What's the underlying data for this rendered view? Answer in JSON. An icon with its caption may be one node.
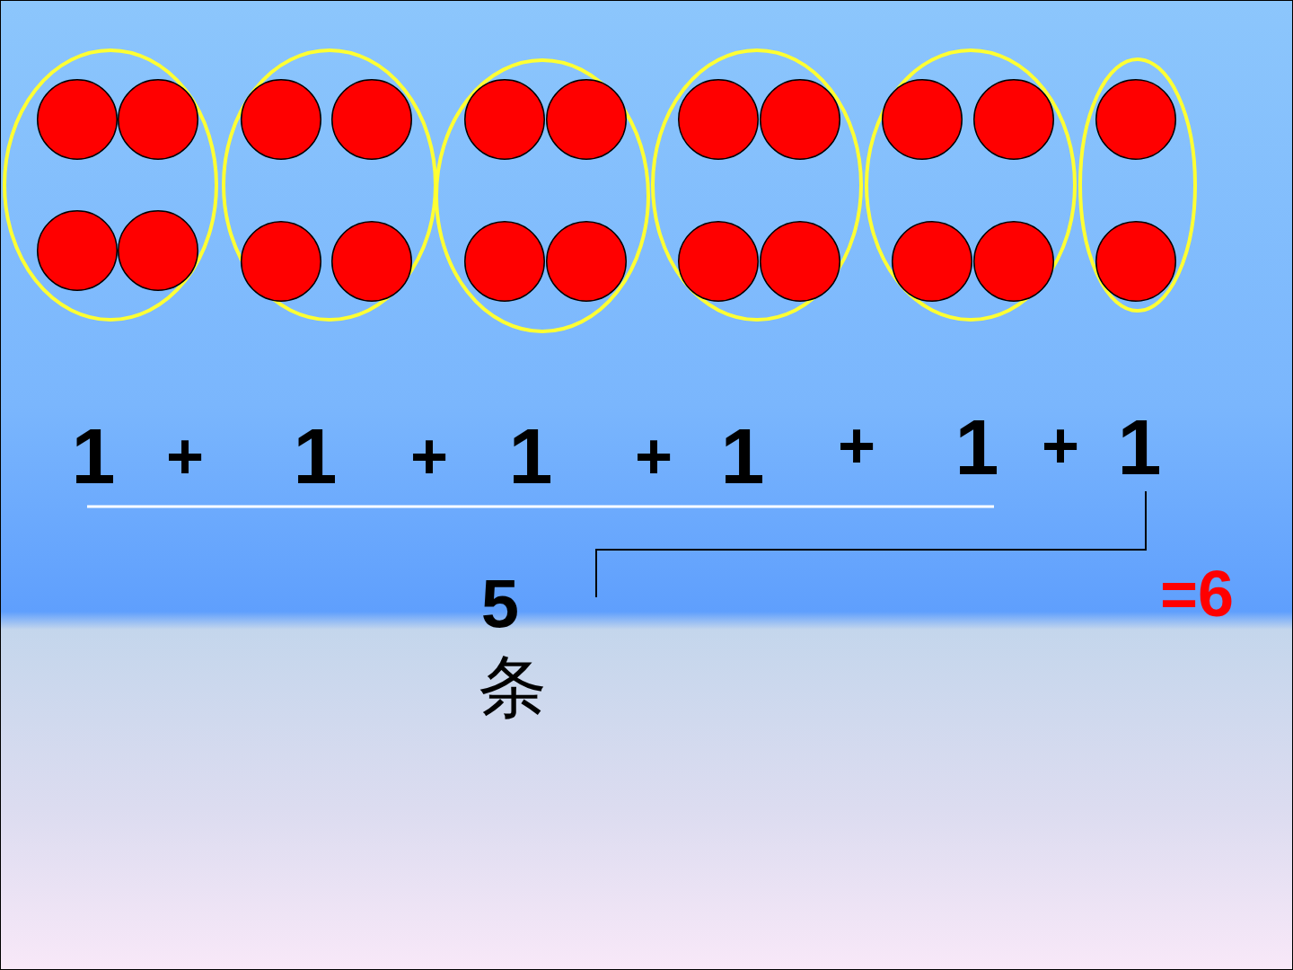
{
  "diagram": {
    "nodes": [
      {
        "text": [],
        "shape": "ellipse"
      },
      {
        "text": [],
        "shape": "circle",
        "in": 0
      },
      {
        "text": [],
        "shape": "circle",
        "in": 0
      },
      {
        "text": [],
        "shape": "circle",
        "in": 0
      },
      {
        "text": [],
        "shape": "circle",
        "in": 0
      },
      {
        "text": [],
        "shape": "ellipse"
      },
      {
        "text": [],
        "shape": "circle",
        "in": 5
      },
      {
        "text": [],
        "shape": "circle",
        "in": 5
      },
      {
        "text": [],
        "shape": "circle",
        "in": 5
      },
      {
        "text": [],
        "shape": "circle",
        "in": 5
      },
      {
        "text": [],
        "shape": "ellipse"
      },
      {
        "text": [],
        "shape": "circle",
        "in": 10
      },
      {
        "text": [],
        "shape": "circle",
        "in": 10
      },
      {
        "text": [],
        "shape": "circle",
        "in": 10
      },
      {
        "text": [],
        "shape": "circle",
        "in": 10
      },
      {
        "text": [],
        "shape": "ellipse"
      },
      {
        "text": [],
        "shape": "circle",
        "in": 15
      },
      {
        "text": [],
        "shape": "circle",
        "in": 15
      },
      {
        "text": [],
        "shape": "circle",
        "in": 15
      },
      {
        "text": [],
        "shape": "circle",
        "in": 15
      },
      {
        "text": [],
        "shape": "ellipse"
      },
      {
        "text": [],
        "shape": "circle",
        "in": 20
      },
      {
        "text": [],
        "shape": "circle",
        "in": 20
      },
      {
        "text": [],
        "shape": "circle",
        "in": 20
      },
      {
        "text": [],
        "shape": "circle",
        "in": 20
      },
      {
        "text": [],
        "shape": "ellipse"
      },
      {
        "text": [],
        "shape": "circle",
        "in": 25
      },
      {
        "text": [],
        "shape": "circle",
        "in": 25
      }
    ],
    "labels": [
      "1",
      "+",
      "1",
      "+",
      "1",
      "+",
      "1",
      "+",
      "1",
      "+",
      "1",
      "5",
      "条",
      "=6"
    ]
  }
}
